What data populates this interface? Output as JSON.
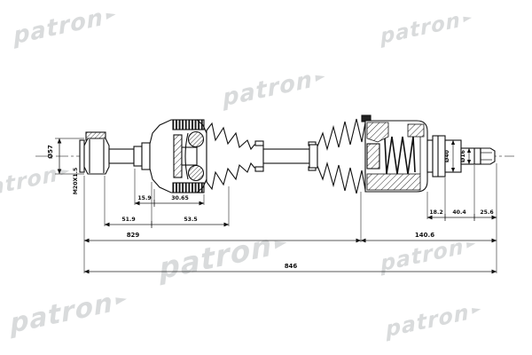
{
  "watermark": {
    "text": "patron",
    "arrow": "►"
  },
  "drawing": {
    "part_type": "CV axle drive shaft technical drawing",
    "labels": {
      "thread_spec": "M20X1.5",
      "left_diameter": "Ø57",
      "left_row1": [
        "15.9",
        "30.65"
      ],
      "left_row2": [
        "51.9",
        "53.5"
      ],
      "shaft_length": "829",
      "right_row": [
        "18.2",
        "40.4",
        "25.6"
      ],
      "right_span": "140.6",
      "overall_length": "846",
      "stub_dia_large": "Ø40",
      "stub_dia_small": "Ø16"
    }
  }
}
